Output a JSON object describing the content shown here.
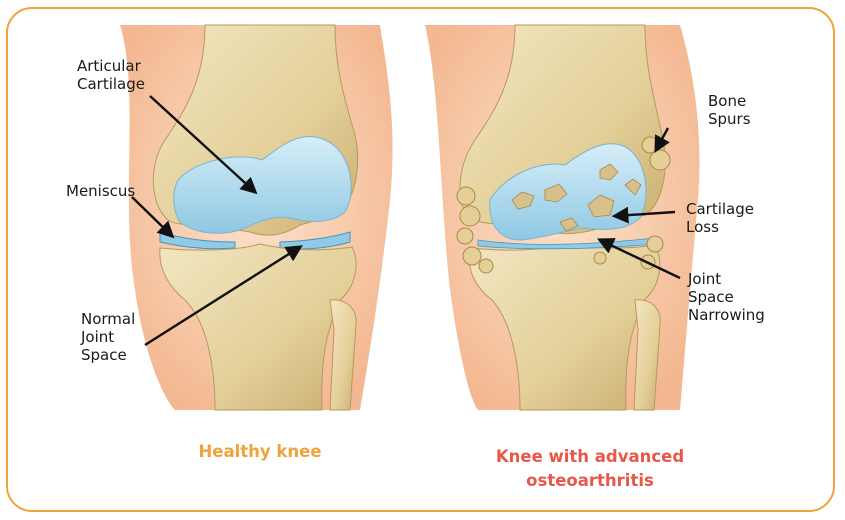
{
  "colors": {
    "border": "#f0a23c",
    "caption_healthy": "#f0a23c",
    "caption_oa": "#e8574a",
    "skin": "#f6c9a8",
    "bone": "#e7d6a6",
    "cartilage": "#a9d7ec"
  },
  "healthy_knee": {
    "caption": "Healthy knee",
    "labels": {
      "articular_cartilage": "Articular\nCartilage",
      "meniscus": "Meniscus",
      "normal_joint_space": "Normal\nJoint\nSpace"
    }
  },
  "oa_knee": {
    "caption": "Knee with advanced\nosteoarthritis",
    "labels": {
      "bone_spurs": "Bone\nSpurs",
      "cartilage_loss": "Cartilage\nLoss",
      "joint_space_narrowing": "Joint\nSpace\nNarrowing"
    }
  }
}
